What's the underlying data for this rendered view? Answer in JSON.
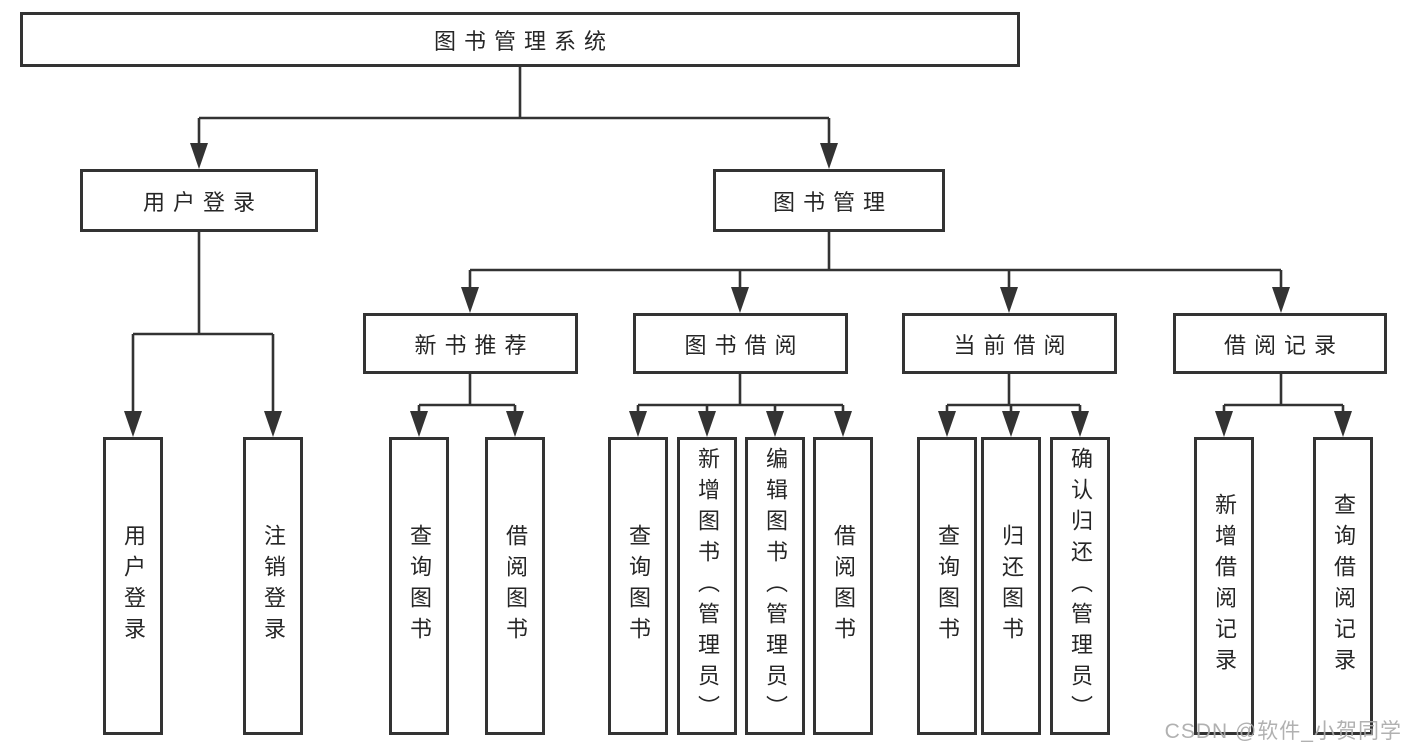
{
  "diagram": {
    "title": "图书管理系统",
    "level2": {
      "user_login": "用户登录",
      "book_mgmt": "图书管理"
    },
    "level3": {
      "new_book": "新书推荐",
      "book_borrow": "图书借阅",
      "current_borrow": "当前借阅",
      "borrow_records": "借阅记录"
    },
    "leaves": {
      "user_login": "用户登录",
      "logout": "注销登录",
      "newbook_query": "查询图书",
      "newbook_borrow": "借阅图书",
      "borrow_query": "查询图书",
      "borrow_add": "新增图书（管理员）",
      "borrow_edit": "编辑图书（管理员）",
      "borrow_borrow": "借阅图书",
      "current_query": "查询图书",
      "current_return": "归还图书",
      "current_confirm": "确认归还（管理员）",
      "records_add": "新增借阅记录",
      "records_query": "查询借阅记录"
    }
  },
  "watermark": "CSDN @软件_小贺同学",
  "colors": {
    "line": "#333333",
    "text": "#262626",
    "box_background": "#ffffff",
    "watermark": "#ababab",
    "background": "#ffffff"
  }
}
